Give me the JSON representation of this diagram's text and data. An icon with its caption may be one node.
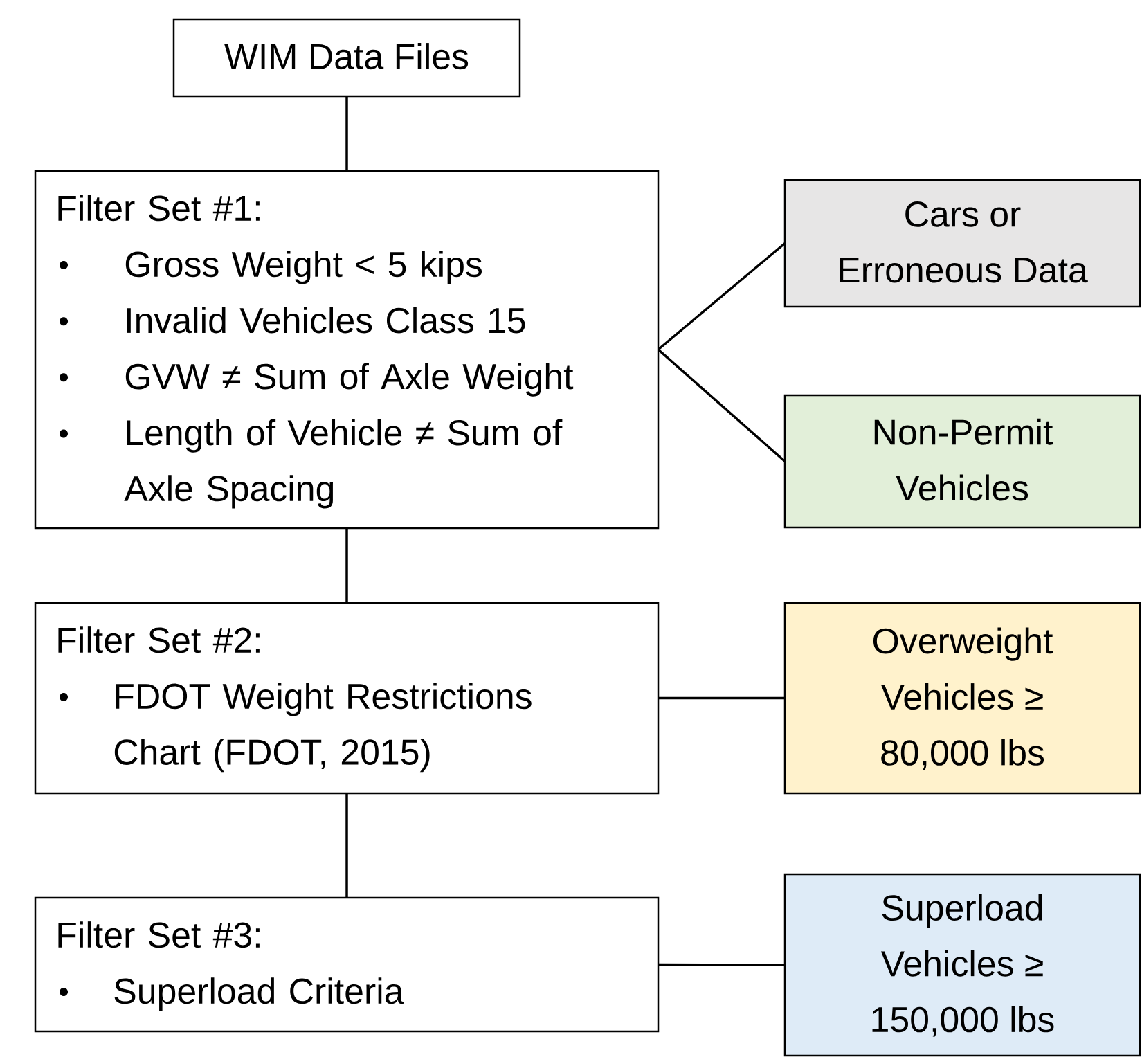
{
  "diagram": {
    "nodes": [
      {
        "text": [
          "WIM Data Files"
        ]
      },
      {
        "text": [
          "Filter Set #1:",
          "Gross Weight < 5 kips",
          "Invalid Vehicles Class 15",
          "GVW ≠ Sum of Axle Weight",
          "Length of Vehicle ≠ Sum of Axle Spacing"
        ]
      },
      {
        "text": [
          "Cars or Erroneous Data"
        ]
      },
      {
        "text": [
          "Non-Permit Vehicles"
        ]
      },
      {
        "text": [
          "Filter Set #2:",
          "FDOT Weight Restrictions Chart (FDOT, 2015)"
        ]
      },
      {
        "text": [
          "Overweight Vehicles ≥ 80,000 lbs"
        ]
      },
      {
        "text": [
          "Filter Set #3:",
          "Superload Criteria"
        ]
      },
      {
        "text": [
          "Superload Vehicles ≥ 150,000 lbs"
        ]
      }
    ],
    "edges": [
      {
        "from": 0,
        "to": 1,
        "arrow": "none"
      },
      {
        "from": 1,
        "to": 2,
        "arrow": "none"
      },
      {
        "from": 1,
        "to": 3,
        "arrow": "none"
      },
      {
        "from": 1,
        "to": 4,
        "arrow": "none"
      },
      {
        "from": 4,
        "to": 5,
        "arrow": "none"
      },
      {
        "from": 4,
        "to": 6,
        "arrow": "none"
      },
      {
        "from": 6,
        "to": 7,
        "arrow": "none"
      }
    ]
  }
}
